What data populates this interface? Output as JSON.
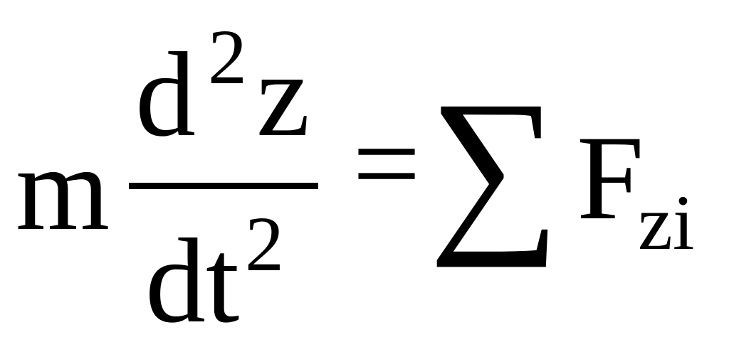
{
  "equation": {
    "mass": "m",
    "numerator": {
      "differential": "d",
      "power": "2",
      "variable": "z"
    },
    "denominator": {
      "differential": "dt",
      "power": "2"
    },
    "equals": "=",
    "sum_symbol": "∑",
    "force": "F",
    "force_subscript": "zi"
  }
}
